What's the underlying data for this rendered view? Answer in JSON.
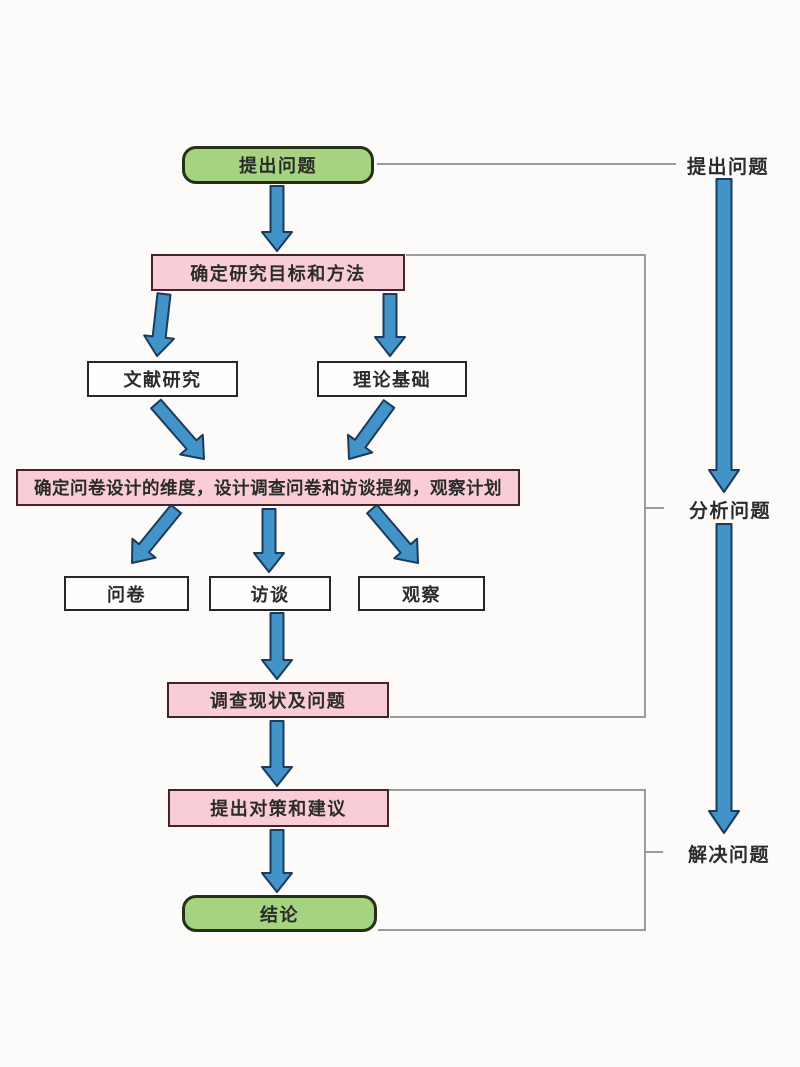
{
  "diagram": {
    "title": "research-process-flowchart",
    "nodes": {
      "raise_question": {
        "label": "提出问题",
        "type": "start"
      },
      "goal_method": {
        "label": "确定研究目标和方法",
        "type": "process"
      },
      "literature": {
        "label": "文献研究",
        "type": "method"
      },
      "theory": {
        "label": "理论基础",
        "type": "method"
      },
      "design": {
        "label": "确定问卷设计的维度，设计调查问卷和访谈提纲，观察计划",
        "type": "process"
      },
      "questionnaire": {
        "label": "问卷",
        "type": "method"
      },
      "interview": {
        "label": "访谈",
        "type": "method"
      },
      "observation": {
        "label": "观察",
        "type": "method"
      },
      "status": {
        "label": "调查现状及问题",
        "type": "process"
      },
      "suggestion": {
        "label": "提出对策和建议",
        "type": "process"
      },
      "conclusion": {
        "label": "结论",
        "type": "end"
      }
    },
    "stage_labels": {
      "raise": "提出问题",
      "analyze": "分析问题",
      "solve": "解决问题"
    }
  },
  "colors": {
    "bg": "#fcfbf9",
    "green_fill": "#a6d37f",
    "green_border": "#253018",
    "pink_fill": "#f8cdd5",
    "pink_border": "#45232b",
    "white_fill": "#fefefe",
    "box_border": "#272727",
    "arrow_fill": "#4293c7",
    "arrow_outline": "#1b3a5c",
    "connector_line": "#9b9b99",
    "text": "#2b2b2b"
  }
}
